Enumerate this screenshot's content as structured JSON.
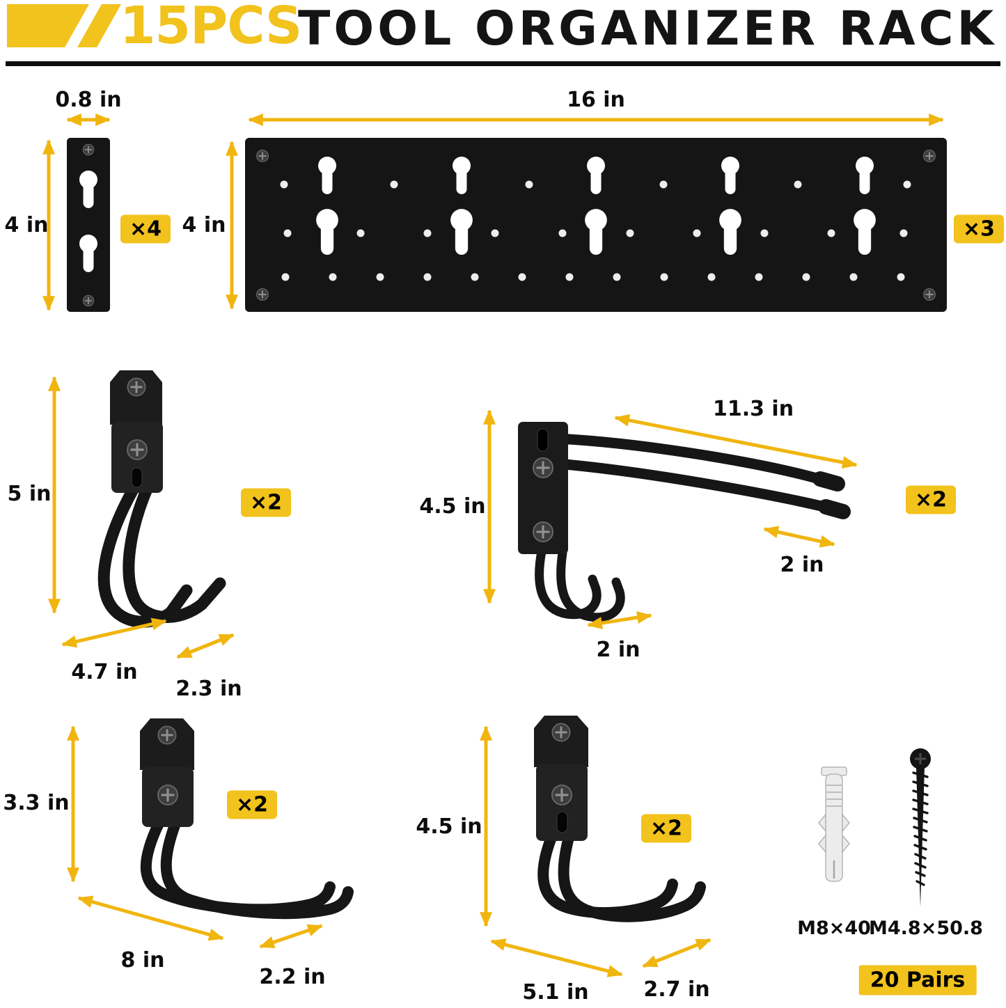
{
  "title": {
    "count": "15PCS",
    "name": "TOOL ORGANIZER RACK"
  },
  "colors": {
    "accent": "#F2C21D",
    "arrow": "#F0B50E",
    "product": "#151515"
  },
  "components": {
    "short_rail": {
      "width": "0.8 in",
      "height": "4 in",
      "qty": "×4"
    },
    "long_rail": {
      "width": "16 in",
      "height": "4 in",
      "qty": "×3"
    },
    "jumbo_hook": {
      "height": "5 in",
      "base": "4.7 in",
      "tip": "2.3 in",
      "qty": "×2"
    },
    "double_arm_hook": {
      "length": "11.3 in",
      "height": "4.5 in",
      "arm_gap": "2 in",
      "hook_gap": "2 in",
      "qty": "×2"
    },
    "small_double_hook": {
      "height": "3.3 in",
      "length": "8 in",
      "tip": "2.2 in",
      "qty": "×2"
    },
    "medium_double_hook": {
      "height": "4.5 in",
      "length": "5.1 in",
      "tip": "2.7 in",
      "qty": "×2"
    },
    "hardware": {
      "anchor": "M8×40",
      "screw": "M4.8×50.8",
      "pairs": "20 Pairs"
    }
  }
}
